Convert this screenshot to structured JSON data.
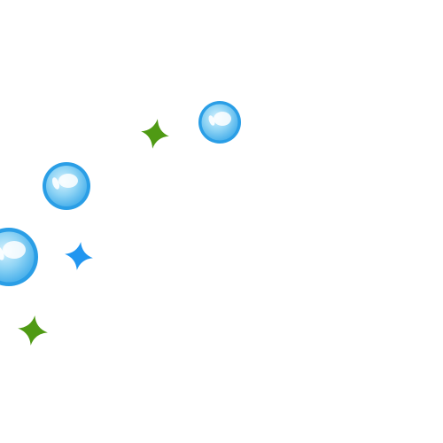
{
  "scene": {
    "background_color": "#ffffff",
    "bubble_colors": {
      "rim": "#2a9ee6",
      "body": "#6cc6f2",
      "core": "#bfe9fb",
      "highlight": "#ffffff"
    },
    "sparkle_colors": {
      "green": "#4f9a14",
      "blue": "#2196f0"
    },
    "bubbles": [
      {
        "name": "bubble-top-right"
      },
      {
        "name": "bubble-middle"
      },
      {
        "name": "bubble-left-edge"
      }
    ],
    "sparkles": [
      {
        "name": "sparkle-green-top",
        "color_key": "green"
      },
      {
        "name": "sparkle-blue-middle",
        "color_key": "blue"
      },
      {
        "name": "sparkle-green-bottom",
        "color_key": "green"
      }
    ]
  }
}
